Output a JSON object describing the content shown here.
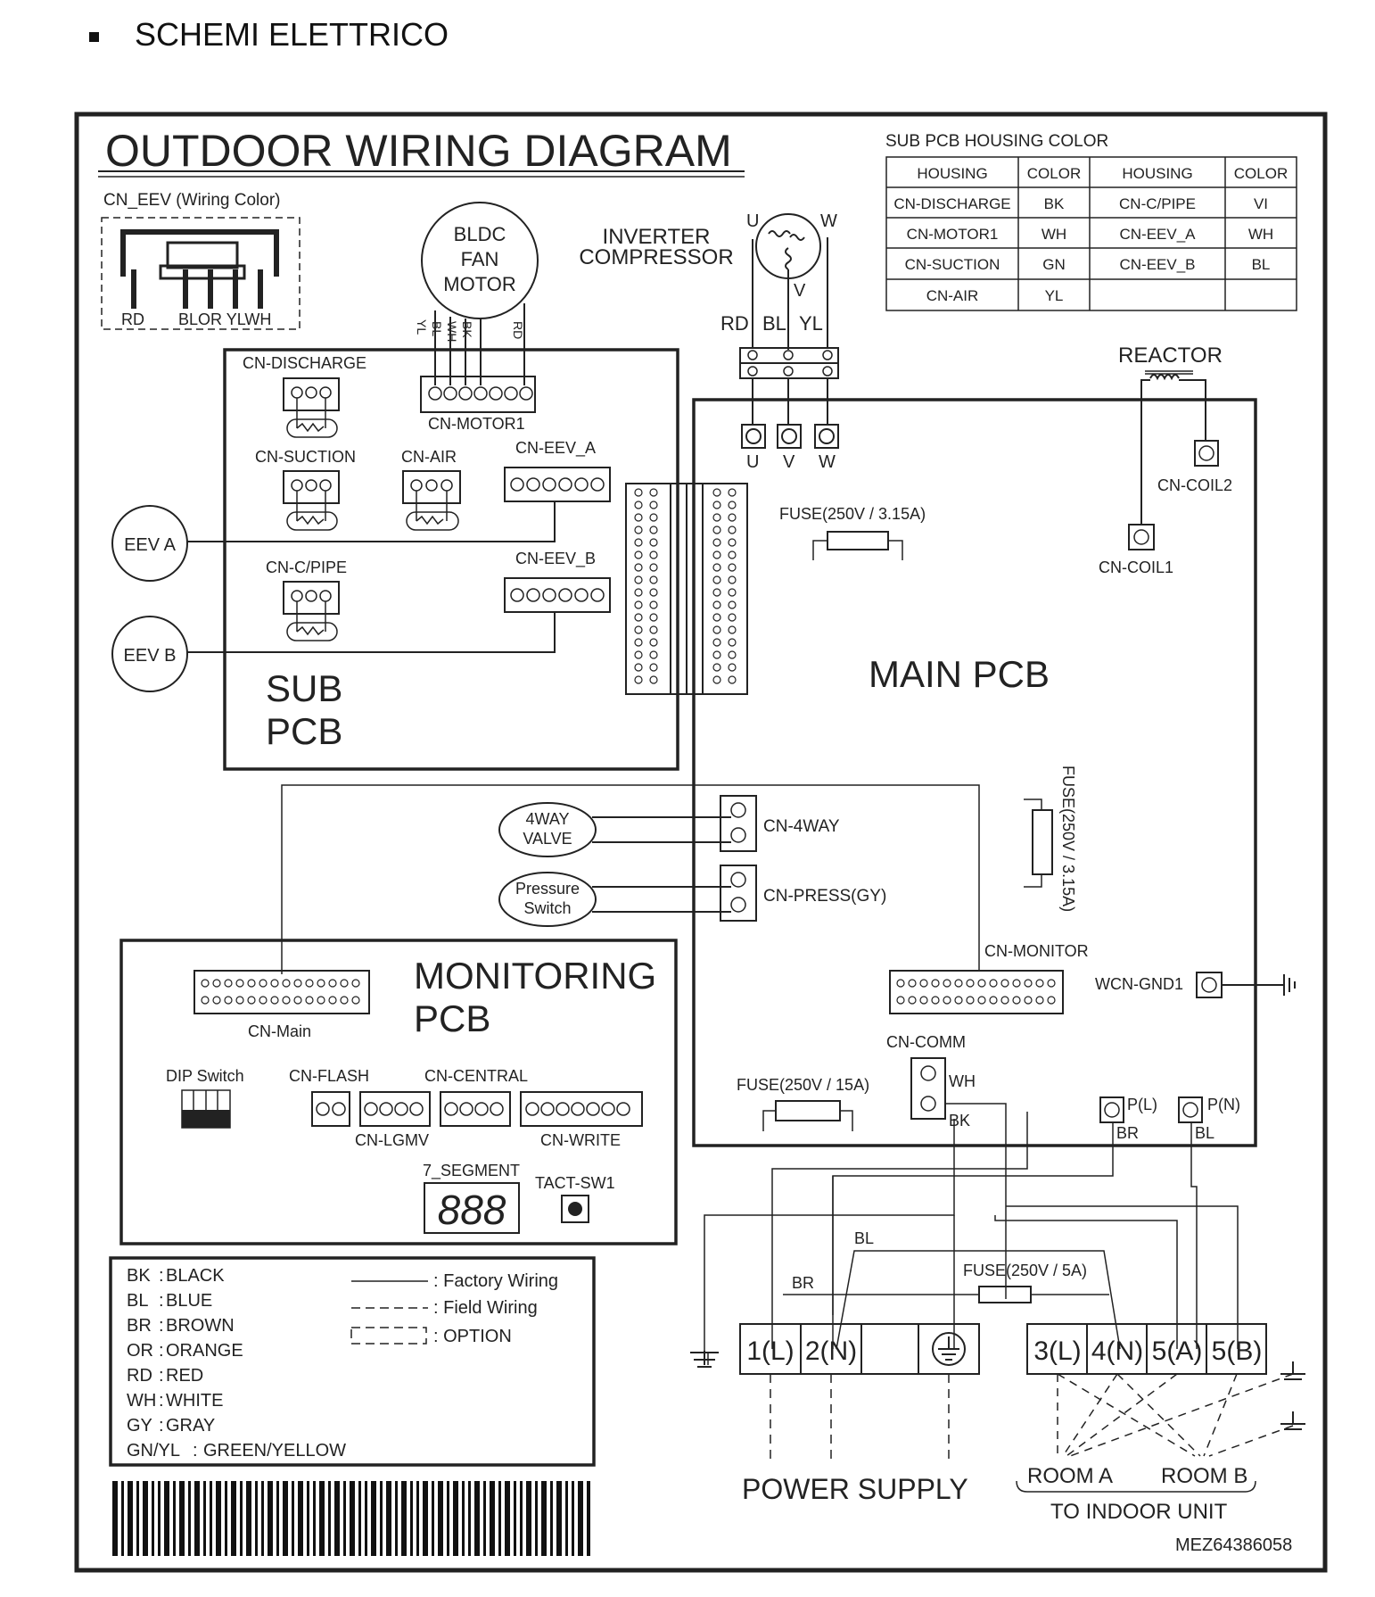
{
  "header": {
    "bullet_text": "SCHEMI ELETTRICO"
  },
  "diagram": {
    "title": "OUTDOOR WIRING DIAGRAM",
    "cn_eev": {
      "title": "CN_EEV (Wiring Color)",
      "pins": [
        "RD",
        "BLOR YLWH"
      ]
    },
    "bldc_fan_motor": {
      "lines": [
        "BLDC",
        "FAN",
        "MOTOR"
      ],
      "wires": [
        "YL",
        "BL",
        "WH",
        "BK",
        "RD"
      ]
    },
    "inverter_compressor": {
      "lines": [
        "INVERTER",
        "COMPRESSOR"
      ],
      "terminals": [
        "U",
        "W",
        "V"
      ],
      "wires": [
        "RD",
        "BL",
        "YL"
      ],
      "pcb_terminals": [
        "U",
        "V",
        "W"
      ]
    },
    "sub_pcb_housing": {
      "title": "SUB PCB HOUSING COLOR",
      "headers": [
        "HOUSING",
        "COLOR",
        "HOUSING",
        "COLOR"
      ],
      "rows": [
        [
          "CN-DISCHARGE",
          "BK",
          "CN-C/PIPE",
          "VI"
        ],
        [
          "CN-MOTOR1",
          "WH",
          "CN-EEV_A",
          "WH"
        ],
        [
          "CN-SUCTION",
          "GN",
          "CN-EEV_B",
          "BL"
        ],
        [
          "CN-AIR",
          "YL",
          "",
          ""
        ]
      ]
    },
    "sub_pcb": {
      "label_lines": [
        "SUB",
        "PCB"
      ],
      "connectors": {
        "discharge": "CN-DISCHARGE",
        "motor1": "CN-MOTOR1",
        "suction": "CN-SUCTION",
        "air": "CN-AIR",
        "eev_a": "CN-EEV_A",
        "cpipe": "CN-C/PIPE",
        "eev_b": "CN-EEV_B"
      }
    },
    "eev_a": "EEV A",
    "eev_b": "EEV B",
    "reactor": "REACTOR",
    "main_pcb": {
      "label": "MAIN PCB",
      "coil1": "CN-COIL1",
      "coil2": "CN-COIL2",
      "fuse_top": "FUSE(250V / 3.15A)",
      "fuse_right": "FUSE(250V / 3.15A)",
      "fuse_bottom": "FUSE(250V / 15A)",
      "cn_4way": "CN-4WAY",
      "cn_press": "CN-PRESS(GY)",
      "cn_monitor": "CN-MONITOR",
      "wcn_gnd": "WCN-GND1",
      "cn_comm": "CN-COMM",
      "comm_wires": [
        "WH",
        "BK"
      ],
      "pl": "P(L)",
      "pn": "P(N)",
      "pl_wire": "BR",
      "pn_wire": "BL"
    },
    "four_way_valve": [
      "4WAY",
      "VALVE"
    ],
    "pressure_switch": [
      "Pressure",
      "Switch"
    ],
    "monitoring_pcb": {
      "label_lines": [
        "MONITORING",
        "PCB"
      ],
      "cn_main": "CN-Main",
      "dip_switch": "DIP Switch",
      "cn_flash": "CN-FLASH",
      "cn_central": "CN-CENTRAL",
      "cn_lgmv": "CN-LGMV",
      "cn_write": "CN-WRITE",
      "seven_segment": "7_SEGMENT",
      "seven_segment_display": "888",
      "tact_sw": "TACT-SW1"
    },
    "legend": {
      "colors": [
        [
          "BK",
          "BLACK"
        ],
        [
          "BL",
          "BLUE"
        ],
        [
          "BR",
          "BROWN"
        ],
        [
          "OR",
          "ORANGE"
        ],
        [
          "RD",
          "RED"
        ],
        [
          "WH",
          "WHITE"
        ],
        [
          "GY",
          "GRAY"
        ],
        [
          "GN/YL",
          "GREEN/YELLOW"
        ]
      ],
      "line_types": [
        ": Factory Wiring",
        ": Field Wiring",
        ": OPTION"
      ]
    },
    "terminal_block_power": [
      "1(L)",
      "2(N)"
    ],
    "terminal_block_indoor": [
      "3(L)",
      "4(N)",
      "5(A)",
      "5(B)"
    ],
    "wire_bl": "BL",
    "wire_br": "BR",
    "fuse_5a": "FUSE(250V / 5A)",
    "power_supply": "POWER SUPPLY",
    "room_a": "ROOM A",
    "room_b": "ROOM B",
    "to_indoor": "TO INDOOR UNIT",
    "part_number": "MEZ64386058"
  }
}
